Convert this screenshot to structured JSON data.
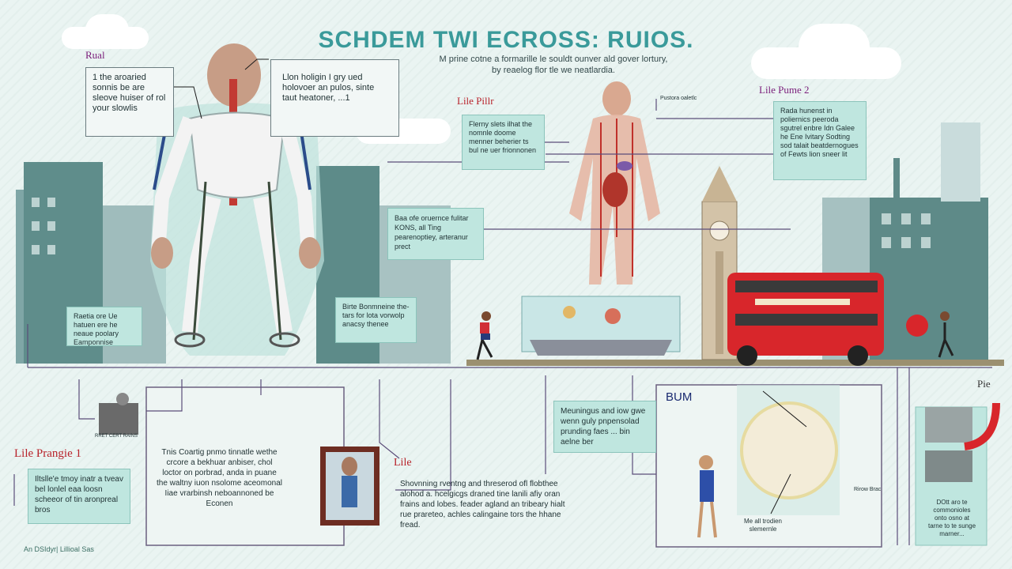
{
  "header": {
    "title": "SCHDEM TWI ECROSS: RUIOS.",
    "subtitle_line1": "M prine cotne a formarille le souldt ounver ald gover lortury,",
    "subtitle_line2": "by reaelog flor tle we neatlardia."
  },
  "labels": {
    "top_left": "Rual",
    "center": "Lile Pillr",
    "right_top": "Lile Pume 2",
    "bottom_left": "Lile Prangie 1",
    "bottom_center": "Lile",
    "bottom_right": "BUM",
    "far_right": "Pie"
  },
  "boxes": {
    "b1": "1 the aroaried sonnis be are sleove huiser of rol your slowlis",
    "b2": "Llon holigin I gry ued holovoer an pulos, sinte taut heatoner, ...1",
    "b3": "Flerny slets ilhat the nomnle doome menner beherier ts bul ne uer frionnonen",
    "b4": "Rada hunenst in poliernics peeroda sgutrel enbre Idn Galee he Ene Ivitary Sodting sod talait beatdernogues of Fewts lion sneer lit",
    "b5": "Baa ofe oruernce fulitar KONS, all Ting pearenoptiey, arteranur prect",
    "b6": "Raetia ore Ue hatuen ere he neaue poolary Eamponnise",
    "b7": "Birte Bonmneine the-tars for lota vorwolp anacsy thenee",
    "b8": "Tnis Coartig pnmo tinnatle wethe crcore a bekhuar anbiser, chol loctor on porbrad, anda in puane the waltny iuon nsolome aceomonal Iiae vrarbinsh neboannoned be Econen",
    "b9": "Shovnning rventng and threserod ofl flobthee alohod a. hcelgicgs draned tine lanili afiy oran frains and lobes. feader agland an tribeary hialt rue prareteo, achles calingaine tors the hhane fread.",
    "b10": "Meuningus and iow gwe wenn guly pnpensolad prunding faes ... bin aelne ber",
    "b11": "Iltslle'e tmoy inatr a tveav bel lonlel eaa loosn scheeor of tin aronpreal bros",
    "b12": "DOtt aro te commonioles onto osno at tarne to te sunge marner...",
    "b13": "Me all trodien slemernle",
    "b14": "Pustora oaletlc",
    "b15": "Rirow Brac",
    "b16": "RRET CERT RAINS"
  },
  "footer": "An DSIdyr| Lillioal Sas"
}
